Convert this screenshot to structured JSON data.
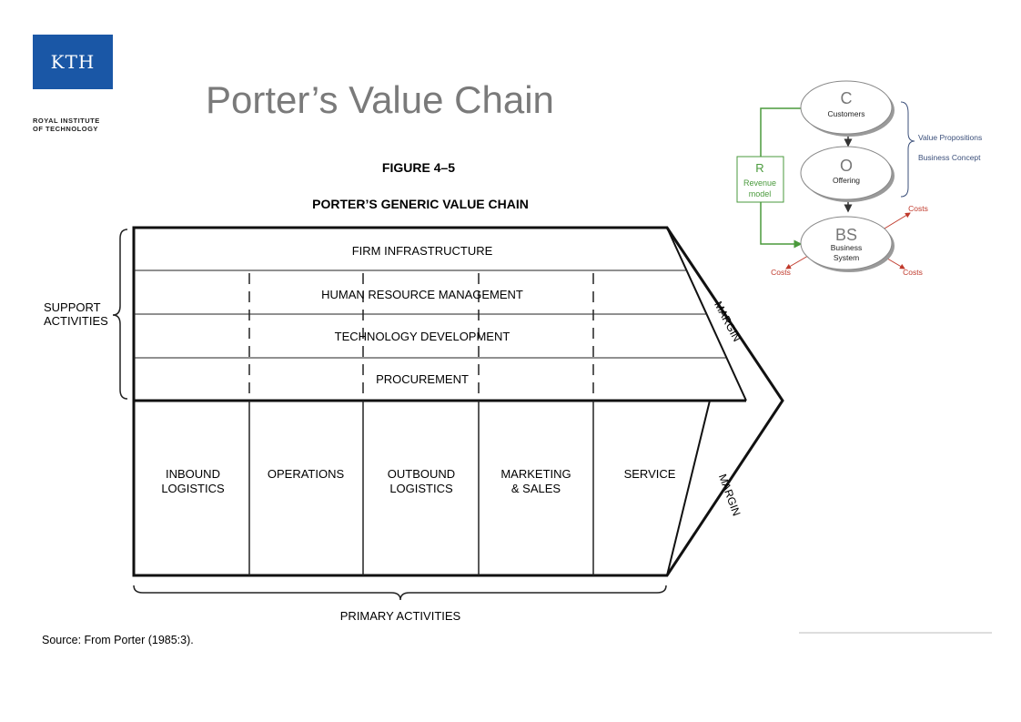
{
  "page": {
    "title": "Porter’s Value Chain",
    "logo_text": "KTH",
    "logo_caption": "ROYAL INSTITUTE\nOF TECHNOLOGY",
    "logo_color": "#1a57a6"
  },
  "figure": {
    "label": "FIGURE 4–5",
    "title": "PORTER’S GENERIC VALUE CHAIN",
    "support_label": [
      "SUPPORT",
      "ACTIVITIES"
    ],
    "support_activities": [
      "FIRM INFRASTRUCTURE",
      "HUMAN RESOURCE MANAGEMENT",
      "TECHNOLOGY DEVELOPMENT",
      "PROCUREMENT"
    ],
    "primary_activities": [
      [
        "INBOUND",
        "LOGISTICS"
      ],
      [
        "OPERATIONS"
      ],
      [
        "OUTBOUND",
        "LOGISTICS"
      ],
      [
        "MARKETING",
        "& SALES"
      ],
      [
        "SERVICE"
      ]
    ],
    "margin_label": "MARGIN",
    "primary_label": "PRIMARY ACTIVITIES",
    "source": "Source: From Porter (1985:3)."
  },
  "business_model": {
    "customers": {
      "letter": "C",
      "label": "Customers"
    },
    "offering": {
      "letter": "O",
      "label": "Offering"
    },
    "business_system": {
      "letter": "BS",
      "label": [
        "Business",
        "System"
      ]
    },
    "revenue": {
      "letter": "R",
      "label": [
        "Revenue",
        "model"
      ]
    },
    "value_propositions": "Value Propositions",
    "business_concept": "Business Concept",
    "costs": "Costs",
    "colors": {
      "green": "#4a9a3c",
      "red": "#c0392b",
      "blue": "#3b4f7a"
    }
  }
}
